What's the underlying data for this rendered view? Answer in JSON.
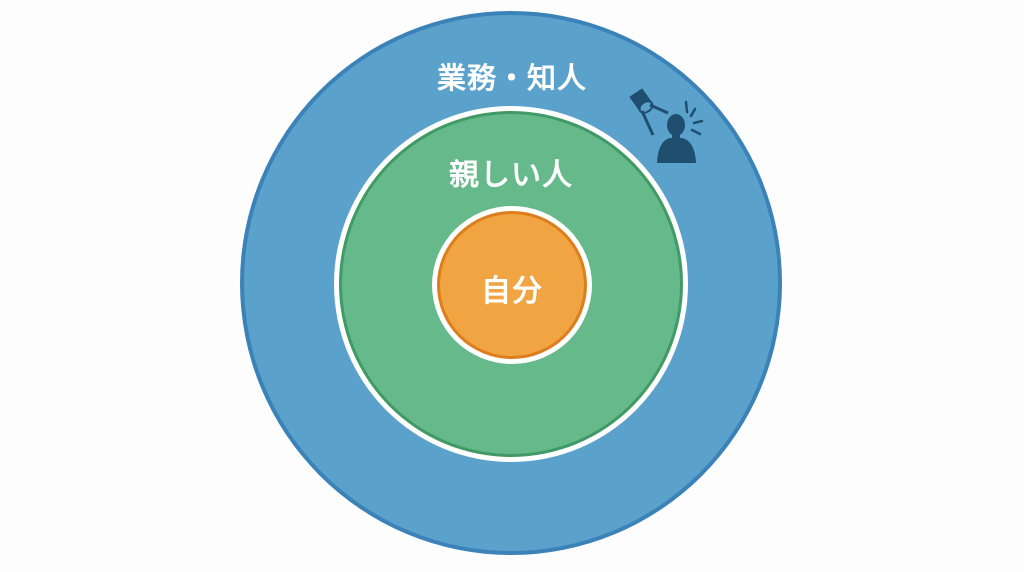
{
  "diagram": {
    "type": "concentric-circles",
    "layers": [
      {
        "id": "outer",
        "label": "業務・知人",
        "fill": "#5aa2cc",
        "stroke": "#3b82b8"
      },
      {
        "id": "middle",
        "label": "親しい人",
        "fill": "#65b98a",
        "stroke": "#3f9a65"
      },
      {
        "id": "inner",
        "label": "自分",
        "fill": "#f0a442",
        "stroke": "#de7d1c"
      }
    ],
    "icon": {
      "name": "spotlight-person-icon",
      "color": "#1f4e6e"
    }
  }
}
